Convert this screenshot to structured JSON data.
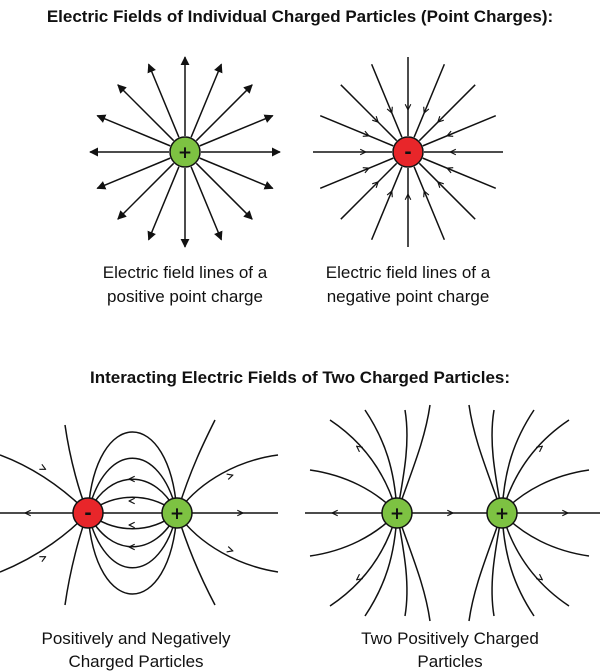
{
  "top_title": "Electric Fields of Individual Charged Particles (Point Charges):",
  "positive_caption_line1": "Electric field lines of a",
  "positive_caption_line2": "positive point charge",
  "negative_caption_line1": "Electric field lines of a",
  "negative_caption_line2": "negative point charge",
  "bottom_title": "Interacting Electric Fields of Two Charged Particles:",
  "dipole_caption_line1": "Positively and Negatively",
  "dipole_caption_line2": "Charged Particles",
  "like_caption_line1": "Two Positively Charged",
  "like_caption_line2": "Particles",
  "positive_sign": "+",
  "negative_sign": "-",
  "colors": {
    "positive": "#7dc242",
    "negative": "#e8262a",
    "line": "#111111"
  }
}
